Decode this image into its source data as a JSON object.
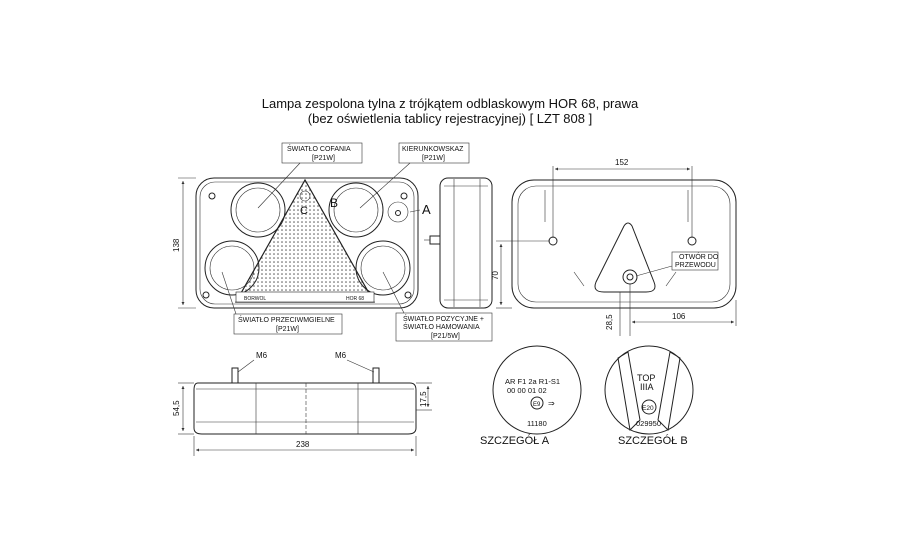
{
  "title": {
    "line1": "Lampa zespolona tylna z trójkątem odblaskowym HOR 68, prawa",
    "line2": "(bez oświetlenia tablicy rejestracyjnej) [ LZT 808 ]"
  },
  "labels": {
    "reversing_name": "ŚWIATŁO COFANIA",
    "reversing_bulb": "[P21W]",
    "indicator_name": "KIERUNKOWSKAZ",
    "indicator_bulb": "[P21W]",
    "fog_name": "ŚWIATŁO PRZECIWMGIELNE",
    "fog_bulb": "[P21W]",
    "position_line1": "ŚWIATŁO POZYCYJNE +",
    "position_line2": "ŚWIATŁO HAMOWANIA",
    "position_bulb": "[P21/5W]",
    "cable_line1": "OTWÓR DO",
    "cable_line2": "PRZEWODU",
    "detail_a_marker": "A",
    "reflector_letter_c": "C",
    "reflector_letter_b": "B",
    "reflector_left_mark": "BORWOL",
    "reflector_right_mark": "HOR 68"
  },
  "dimensions": {
    "height_front": "138",
    "width_top": "152",
    "height_back": "70",
    "offset_small": "28,5",
    "width_back": "106",
    "height_bottom": "54,5",
    "height_stud": "17,5",
    "length": "238",
    "stud_left": "M6",
    "stud_right": "M6"
  },
  "detail_a": {
    "caption": "SZCZEGÓŁ A",
    "row1": "AR  F1  2a  R1-S1",
    "row2": "00  00  01    02",
    "approval": "E9",
    "code": "11180"
  },
  "detail_b": {
    "caption": "SZCZEGÓŁ B",
    "line1": "TOP",
    "line2": "IIIA",
    "approval": "E20",
    "code": "029950"
  }
}
